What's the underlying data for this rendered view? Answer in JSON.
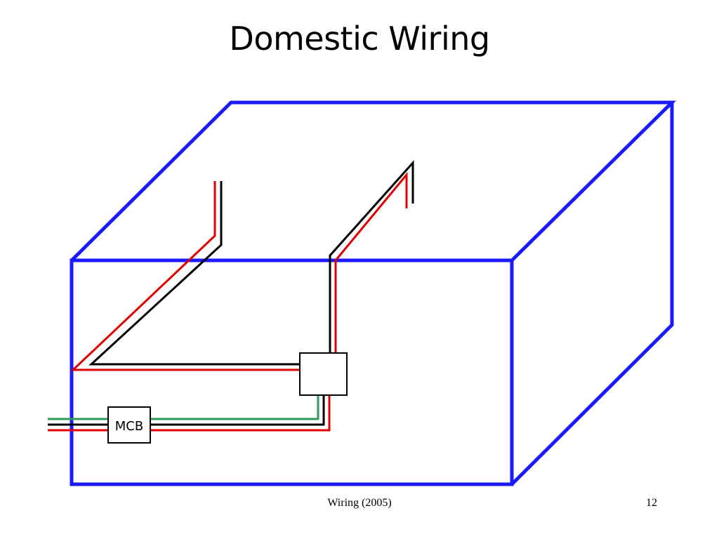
{
  "slide": {
    "title": "Domestic Wiring",
    "footer_text": "Wiring (2005)",
    "page_number": "12"
  },
  "diagram": {
    "mcb_label": "MCB",
    "colors": {
      "room_outline": "#1a1aff",
      "live_wire": "#e00000",
      "neutral_wire": "#000000",
      "earth_wire": "#2e9a5a"
    }
  }
}
